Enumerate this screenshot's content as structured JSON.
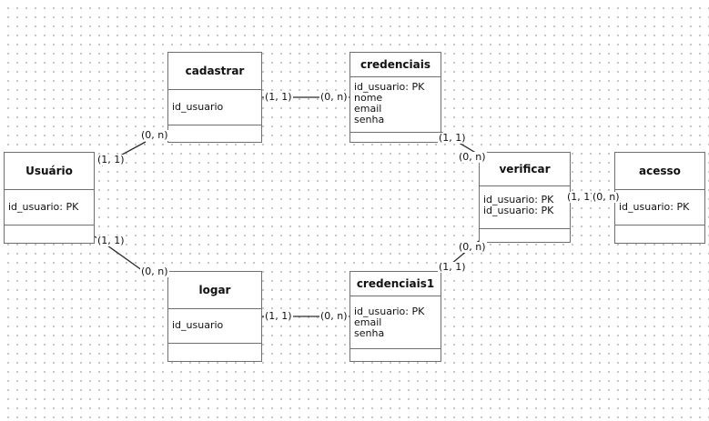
{
  "diagram": {
    "entities": {
      "usuario": {
        "title": "Usuário",
        "attributes": [
          "id_usuario: PK"
        ]
      },
      "cadastrar": {
        "title": "cadastrar",
        "attributes": [
          "id_usuario"
        ]
      },
      "credenciais": {
        "title": "credenciais",
        "attributes": [
          "id_usuario: PK",
          "nome",
          "email",
          "senha"
        ]
      },
      "verificar": {
        "title": "verificar",
        "attributes": [
          "id_usuario: PK",
          "id_usuario: PK"
        ]
      },
      "acesso": {
        "title": "acesso",
        "attributes": [
          "id_usuario: PK"
        ]
      },
      "logar": {
        "title": "logar",
        "attributes": [
          "id_usuario"
        ]
      },
      "credenciais1": {
        "title": "credenciais1",
        "attributes": [
          "id_usuario: PK",
          "email",
          "senha"
        ]
      }
    },
    "cardinalities": {
      "usuario_cadastrar_near_usuario": "(1, 1)",
      "usuario_cadastrar_near_cadastrar": "(0, n)",
      "cadastrar_credenciais_near_cadastrar": "(1, 1)",
      "cadastrar_credenciais_near_credenciais": "(0, n)",
      "credenciais_verificar_near_credenciais": "(1, 1)",
      "credenciais_verificar_near_verificar": "(0, n)",
      "verificar_acesso_near_verificar": "(1, 1)",
      "verificar_acesso_near_acesso": "(0, n)",
      "usuario_logar_near_usuario": "(1, 1)",
      "usuario_logar_near_logar": "(0, n)",
      "logar_credenciais1_near_logar": "(1, 1)",
      "logar_credenciais1_near_credenciais1": "(0, n)",
      "verificar_credenciais1_near_verificar": "(0, n)",
      "verificar_credenciais1_near_credenciais1": "(1, 1)"
    }
  }
}
